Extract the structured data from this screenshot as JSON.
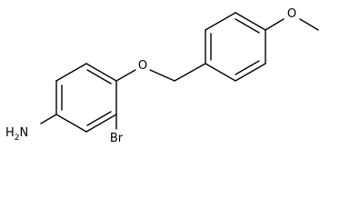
{
  "labels": {
    "oxygen_ether": "O",
    "oxygen_methoxy": "O",
    "bromine": "Br",
    "amine": "H2N",
    "amine_h": "H",
    "amine_sub": "2",
    "amine_n": "N"
  },
  "colors": {
    "bond": "#000000",
    "text": "#000000",
    "background": "#ffffff"
  }
}
